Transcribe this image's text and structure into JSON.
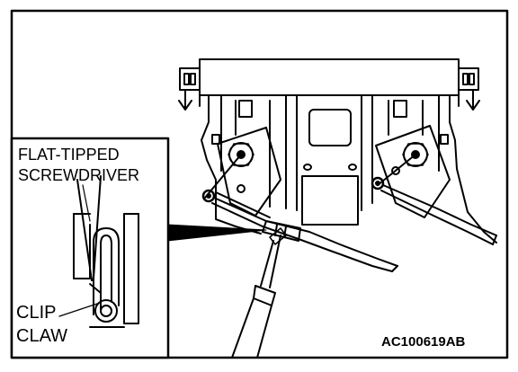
{
  "labels": {
    "flat_tipped": "FLAT-TIPPED",
    "screwdriver": "SCREWDRIVER",
    "clip": "CLIP",
    "claw": "CLAW",
    "figure_code": "AC100619AB"
  }
}
